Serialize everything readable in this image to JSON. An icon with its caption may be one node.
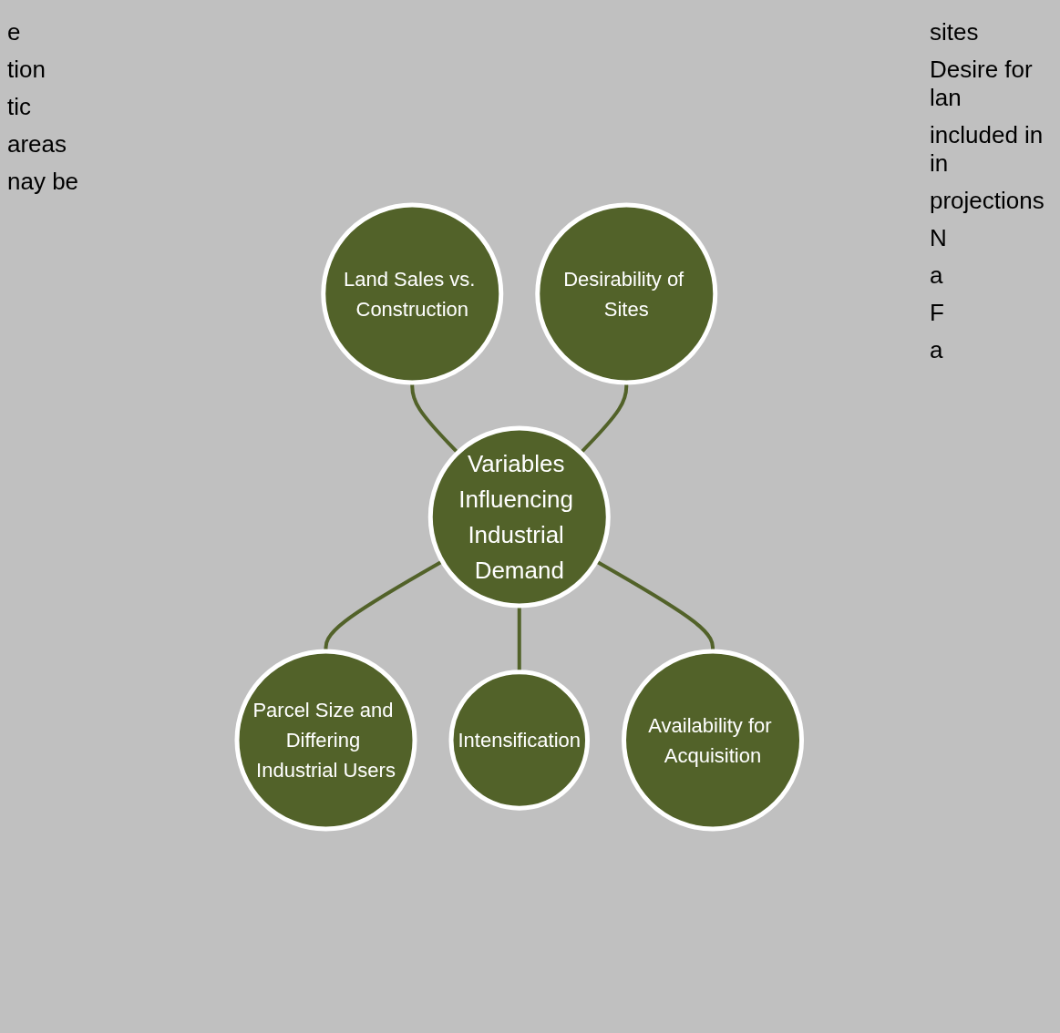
{
  "diagram": {
    "nodes": [
      {
        "text": [
          "Land Sales vs. Construction"
        ]
      },
      {
        "text": [
          "Desirability of Sites"
        ]
      },
      {
        "text": [
          "Parcel Size and Differing Industrial Users"
        ]
      },
      {
        "text": [
          "Variables Influencing Industrial Demand"
        ]
      },
      {
        "text": [
          "Intensification"
        ]
      },
      {
        "text": [
          "Availability for Acquisition"
        ]
      }
    ],
    "edges": [
      {
        "from": 0,
        "to": 3,
        "arrow": "none"
      },
      {
        "from": 1,
        "to": 3,
        "arrow": "none"
      },
      {
        "from": 3,
        "to": 2,
        "arrow": "none"
      },
      {
        "from": 3,
        "to": 4,
        "arrow": "none"
      },
      {
        "from": 3,
        "to": 5,
        "arrow": "none"
      }
    ],
    "labels": [
      "e",
      "sites",
      "Desire for lan",
      "included in in",
      "projections",
      "tion",
      "tic",
      "areas",
      "nay be",
      "N",
      "a",
      "F",
      "a"
    ]
  }
}
